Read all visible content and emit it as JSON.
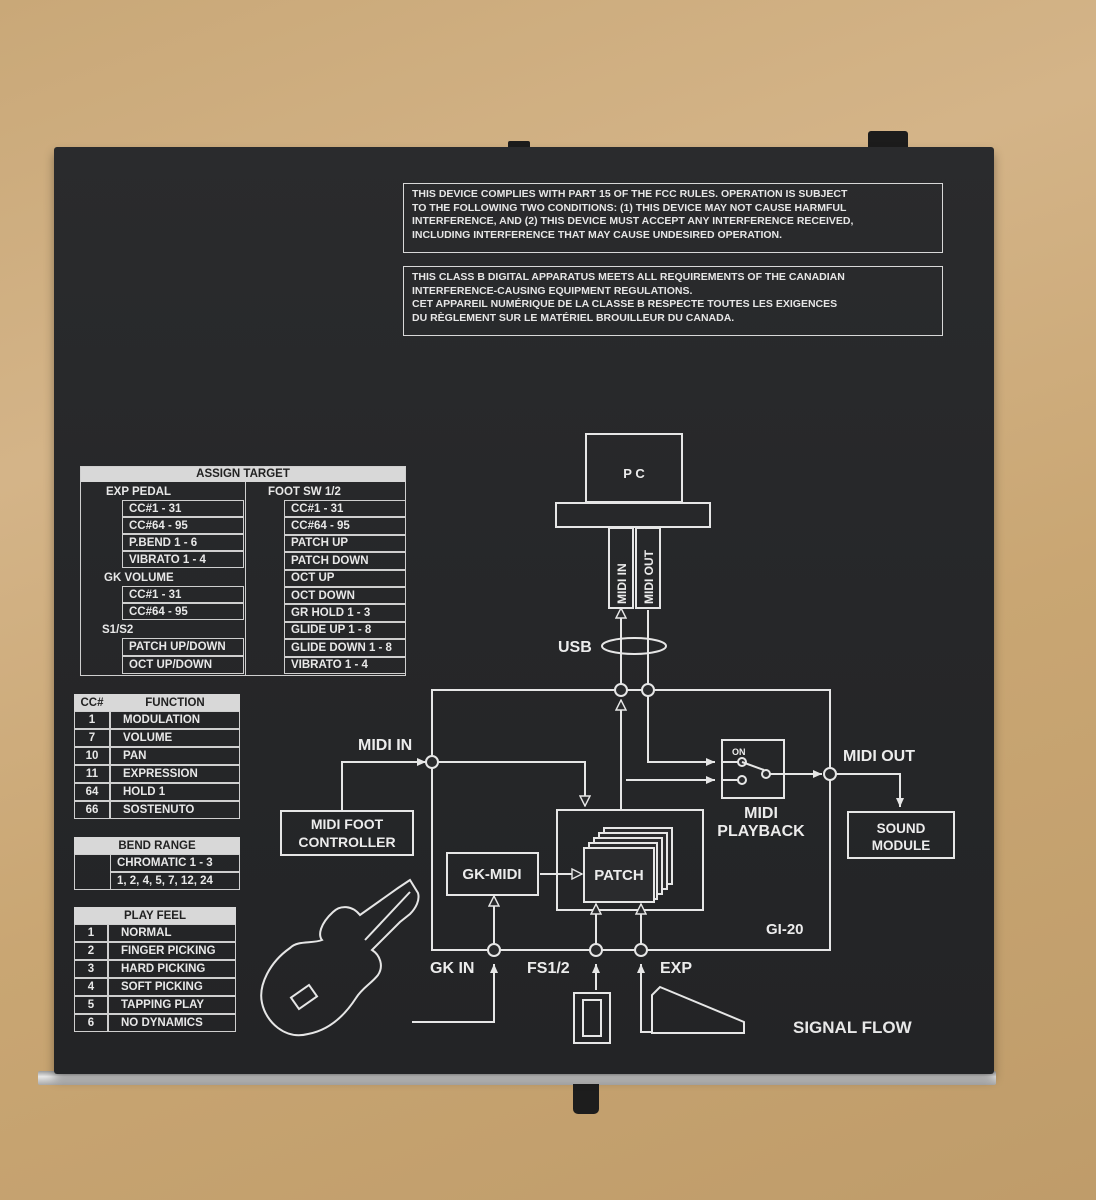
{
  "fcc_notice": "THIS DEVICE COMPLIES WITH PART 15 OF THE FCC RULES. OPERATION IS SUBJECT\nTO THE FOLLOWING TWO CONDITIONS: (1) THIS DEVICE MAY NOT CAUSE HARMFUL\nINTERFERENCE, AND (2) THIS DEVICE MUST ACCEPT ANY INTERFERENCE RECEIVED,\nINCLUDING INTERFERENCE THAT MAY CAUSE UNDESIRED OPERATION.",
  "canada_notice": "THIS CLASS B DIGITAL APPARATUS MEETS ALL REQUIREMENTS OF THE CANADIAN\nINTERFERENCE-CAUSING EQUIPMENT REGULATIONS.\nCET APPAREIL NUMÉRIQUE DE LA CLASSE B RESPECTE TOUTES LES EXIGENCES\nDU RÈGLEMENT SUR LE MATÉRIEL BROUILLEUR DU CANADA.",
  "assign_target": {
    "title": "ASSIGN TARGET",
    "left": {
      "header": "EXP PEDAL",
      "rows": [
        "CC#1 - 31",
        "CC#64 - 95",
        "P.BEND 1 - 6",
        "VIBRATO 1 - 4"
      ],
      "gk_header": "GK VOLUME",
      "gk_rows": [
        "CC#1 - 31",
        "CC#64 - 95"
      ],
      "s_header": "S1/S2",
      "s_rows": [
        "PATCH UP/DOWN",
        "OCT UP/DOWN"
      ]
    },
    "right": {
      "header": "FOOT SW 1/2",
      "rows": [
        "CC#1 - 31",
        "CC#64 - 95",
        "PATCH UP",
        "PATCH DOWN",
        "OCT UP",
        "OCT DOWN",
        "GR HOLD 1 - 3",
        "GLIDE UP 1 - 8",
        "GLIDE DOWN 1 - 8",
        "VIBRATO 1 - 4"
      ]
    }
  },
  "cc_table": {
    "col1": "CC#",
    "col2": "FUNCTION",
    "rows": [
      {
        "num": "1",
        "fn": "MODULATION"
      },
      {
        "num": "7",
        "fn": "VOLUME"
      },
      {
        "num": "10",
        "fn": "PAN"
      },
      {
        "num": "11",
        "fn": "EXPRESSION"
      },
      {
        "num": "64",
        "fn": "HOLD 1"
      },
      {
        "num": "66",
        "fn": "SOSTENUTO"
      }
    ]
  },
  "bend_range": {
    "title": "BEND RANGE",
    "rows": [
      "CHROMATIC 1 - 3",
      "1, 2, 4, 5, 7, 12, 24"
    ]
  },
  "play_feel": {
    "title": "PLAY FEEL",
    "rows": [
      {
        "num": "1",
        "name": "NORMAL"
      },
      {
        "num": "2",
        "name": "FINGER PICKING"
      },
      {
        "num": "3",
        "name": "HARD PICKING"
      },
      {
        "num": "4",
        "name": "SOFT PICKING"
      },
      {
        "num": "5",
        "name": "TAPPING PLAY"
      },
      {
        "num": "6",
        "name": "NO DYNAMICS"
      }
    ]
  },
  "diagram": {
    "pc": "P C",
    "midi_in_port": "MIDI IN",
    "midi_out_port": "MIDI OUT",
    "usb": "USB",
    "midi_in": "MIDI IN",
    "midi_out": "MIDI OUT",
    "midi_foot_controller_1": "MIDI FOOT",
    "midi_foot_controller_2": "CONTROLLER",
    "on": "ON",
    "midi_playback_1": "MIDI",
    "midi_playback_2": "PLAYBACK",
    "sound_module_1": "SOUND",
    "sound_module_2": "MODULE",
    "gk_midi": "GK-MIDI",
    "patch": "PATCH",
    "gi20": "GI-20",
    "gk_in": "GK IN",
    "fs12": "FS1/2",
    "exp": "EXP"
  },
  "signal_flow": "SIGNAL FLOW"
}
